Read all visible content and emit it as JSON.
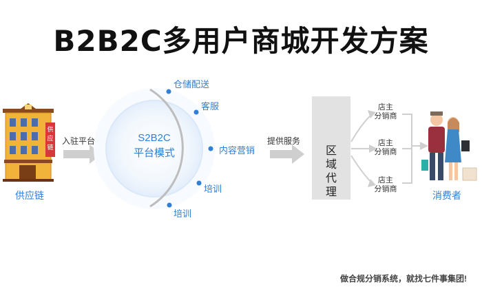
{
  "title": "B2B2C多用户商城开发方案",
  "supplier": {
    "label": "供应链",
    "sign": [
      "供",
      "应",
      "链"
    ]
  },
  "arrows": {
    "enter_platform": "入驻平台",
    "provide_service": "提供服务"
  },
  "center": {
    "line1": "S2B2C",
    "line2": "平台模式"
  },
  "services": [
    "仓储配送",
    "客服",
    "内容营销",
    "培训",
    "培训"
  ],
  "region": {
    "lines": [
      "区",
      "域",
      "代",
      "理"
    ]
  },
  "shops": [
    {
      "line1": "店主",
      "line2": "分销商"
    },
    {
      "line1": "店主",
      "line2": "分销商"
    },
    {
      "line1": "店主",
      "line2": "分销商"
    }
  ],
  "consumer": {
    "label": "消费者"
  },
  "footer": "做合规分销系统，就找七件事集团!",
  "colors": {
    "accent": "#2f7fd6",
    "circle": "#eaf3fd",
    "arc": "#bdbdbd",
    "arrow": "#cfcfcf",
    "region_bg": "#e2e2e2"
  }
}
